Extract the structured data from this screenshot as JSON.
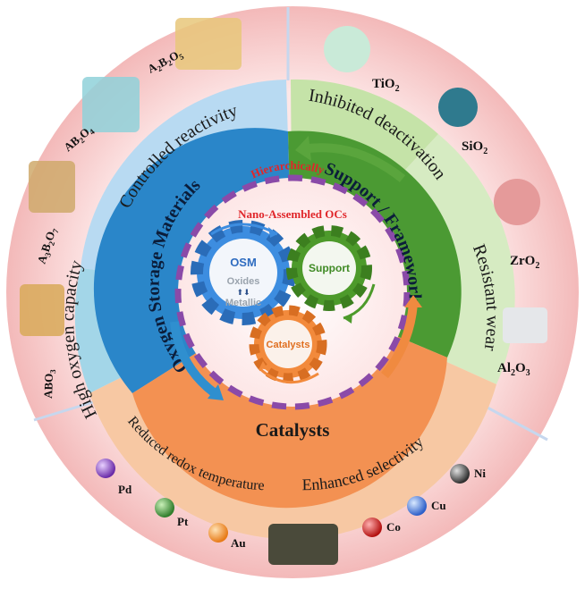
{
  "center": {
    "title_line1": "Hierarchically",
    "title_line2": "Nano-Assembled OCs",
    "osm_gear_label": "OSM",
    "osm_gear_sub1": "Oxides",
    "osm_gear_sub2": "Metallic",
    "support_gear_label": "Support",
    "catalysts_gear_label": "Catalysts"
  },
  "inner_ring": {
    "osm_label": "Oxygen Storage Materials",
    "support_label": "Support / Framework",
    "catalysts_label": "Catalysts"
  },
  "segments": {
    "controlled_reactivity": "Controlled reactivity",
    "high_oxygen_capacity": "High oxygen capacity",
    "inhibited_deactivation": "Inhibited deactivation",
    "resistant_wear": "Resistant wear",
    "reduced_redox": "Reduced redox temperature",
    "enhanced_selectivity": "Enhanced selectivity"
  },
  "outer_labels": {
    "osm_structures": [
      {
        "base": "A",
        "sub1": "2",
        "mid": "B",
        "sub2": "2",
        "o": "O",
        "sub3": "5"
      },
      {
        "base": "AB",
        "sub1": "2",
        "o": "O",
        "sub2": "4"
      },
      {
        "base": "A",
        "sub1": "3",
        "mid": "B",
        "sub2": "2",
        "o": "O",
        "sub3": "7"
      },
      {
        "base": "ABO",
        "sub1": "3"
      }
    ],
    "supports": [
      {
        "base": "TiO",
        "sub": "2"
      },
      {
        "base": "SiO",
        "sub": "2"
      },
      {
        "base": "ZrO",
        "sub": "2"
      },
      {
        "base": "Al",
        "sub": "2",
        "o": "O",
        "sub2": "3"
      }
    ],
    "metals_left": [
      "Pd",
      "Pt",
      "Au"
    ],
    "metals_right": [
      "Co",
      "Cu",
      "Ni"
    ]
  },
  "colors": {
    "outer_ring": "#f7c9c9",
    "osm_blue": "#2f8fcf",
    "support_green": "#4f9a3a",
    "catalyst_orange": "#f08a40",
    "title_red": "#e0262a",
    "stripe_purple": "#8a4aa8"
  }
}
